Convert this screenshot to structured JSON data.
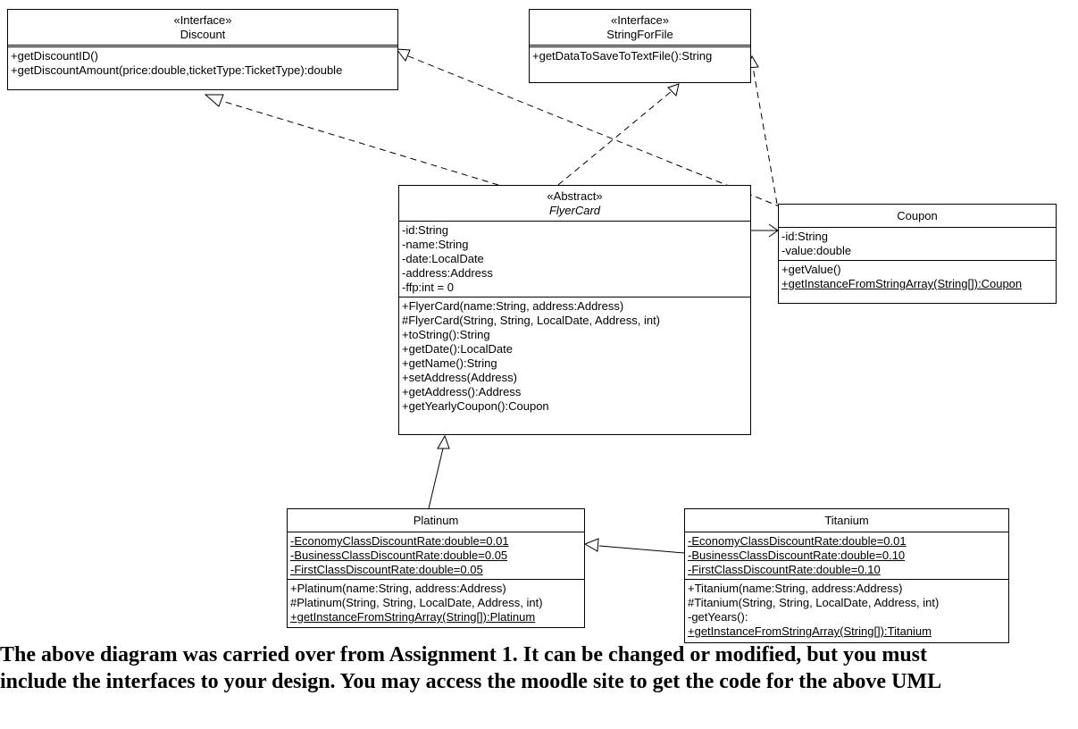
{
  "classes": {
    "discount": {
      "stereotype": "«Interface»",
      "name": "Discount",
      "attributes": [],
      "methods": [
        "+getDiscountID()",
        "+getDiscountAmount(price:double,ticketType:TicketType):double"
      ]
    },
    "stringforfile": {
      "stereotype": "«Interface»",
      "name": "StringForFile",
      "attributes": [],
      "methods": [
        "+getDataToSaveToTextFile():String"
      ]
    },
    "flyercard": {
      "stereotype": "«Abstract»",
      "name": "FlyerCard",
      "attributes": [
        "-id:String",
        "-name:String",
        "-date:LocalDate",
        "-address:Address",
        "-ffp:int = 0"
      ],
      "methods": [
        "+FlyerCard(name:String, address:Address)",
        "#FlyerCard(String, String, LocalDate, Address, int)",
        "+toString():String",
        "+getDate():LocalDate",
        "+getName():String",
        "+setAddress(Address)",
        "+getAddress():Address",
        "+getYearlyCoupon():Coupon"
      ]
    },
    "coupon": {
      "name": "Coupon",
      "attributes": [
        "-id:String",
        "-value:double"
      ],
      "methods": [
        "+getValue()",
        "+getInstanceFromStringArray(String[]):Coupon"
      ]
    },
    "platinum": {
      "name": "Platinum",
      "attributes": [
        "-EconomyClassDiscountRate:double=0.01",
        "-BusinessClassDiscountRate:double=0.05",
        "-FirstClassDiscountRate:double=0.05"
      ],
      "methods": [
        "+Platinum(name:String, address:Address)",
        "#Platinum(String, String, LocalDate, Address, int)",
        "+getInstanceFromStringArray(String[]):Platinum"
      ]
    },
    "titanium": {
      "name": "Titanium",
      "attributes": [
        "-EconomyClassDiscountRate:double=0.01",
        "-BusinessClassDiscountRate:double=0.10",
        "-FirstClassDiscountRate:double=0.10"
      ],
      "methods": [
        "+Titanium(name:String, address:Address)",
        "#Titanium(String, String, LocalDate, Address, int)",
        "-getYears():",
        "+getInstanceFromStringArray(String[]):Titanium"
      ]
    }
  },
  "footer": {
    "line1": "The above diagram was carried over from Assignment 1. It can be changed or modified, but you must",
    "line2": "include the interfaces to your design. You may access the moodle site to get the code for the above UML"
  }
}
